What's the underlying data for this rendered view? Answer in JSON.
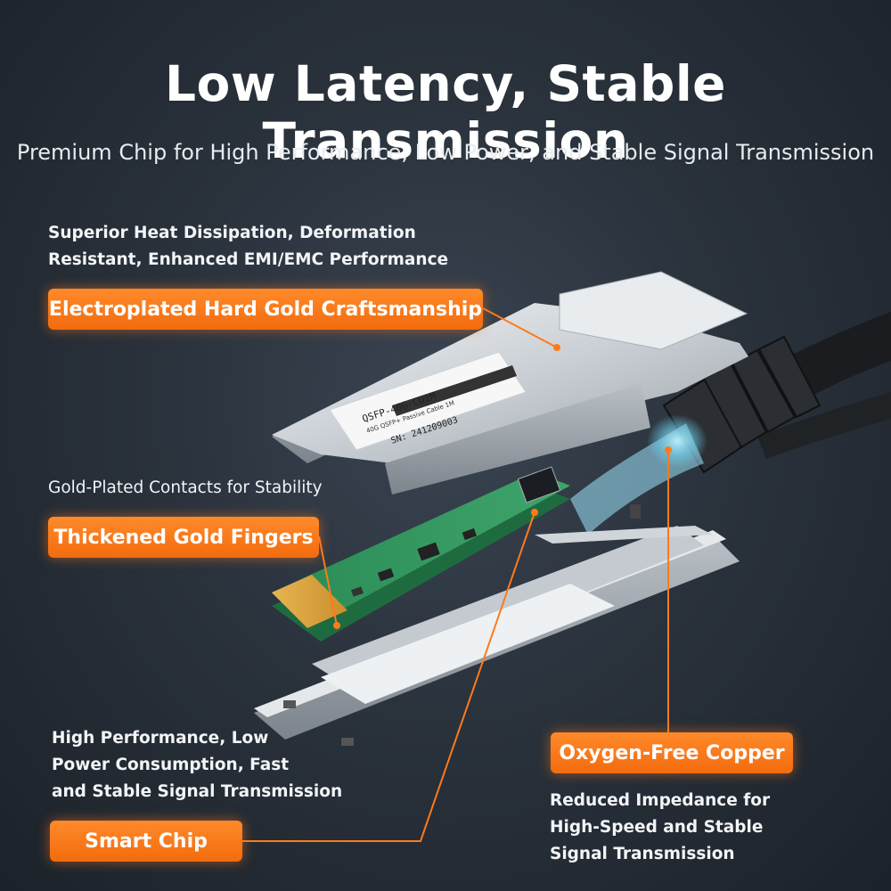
{
  "header": {
    "title": "Low Latency, Stable Transmission",
    "subtitle": "Premium Chip for High Performance, Low Power, and Stable Signal Transmission"
  },
  "features": {
    "gold_craft": {
      "desc_line1": "Superior Heat Dissipation, Deformation",
      "desc_line2": "Resistant, Enhanced EMI/EMC Performance",
      "label": "Electroplated Hard Gold Craftsmanship"
    },
    "gold_fingers": {
      "desc": "Gold-Plated Contacts for Stability",
      "label": "Thickened Gold Fingers"
    },
    "smart_chip": {
      "desc_line1": "High Performance, Low",
      "desc_line2": "Power Consumption, Fast",
      "desc_line3": "and Stable Signal Transmission",
      "label": "Smart Chip"
    },
    "copper": {
      "label": "Oxygen-Free Copper",
      "desc_line1": "Reduced Impedance for",
      "desc_line2": "High-Speed and Stable",
      "desc_line3": "Signal Transmission"
    }
  },
  "product_label": {
    "line1": "QSFP-40G-CU1M",
    "line2": "40G QSFP+ Passive Cable 1M",
    "line3": "SN: 241209003"
  },
  "colors": {
    "accent": "#f26b0f",
    "leader": "#ff7a1a"
  }
}
